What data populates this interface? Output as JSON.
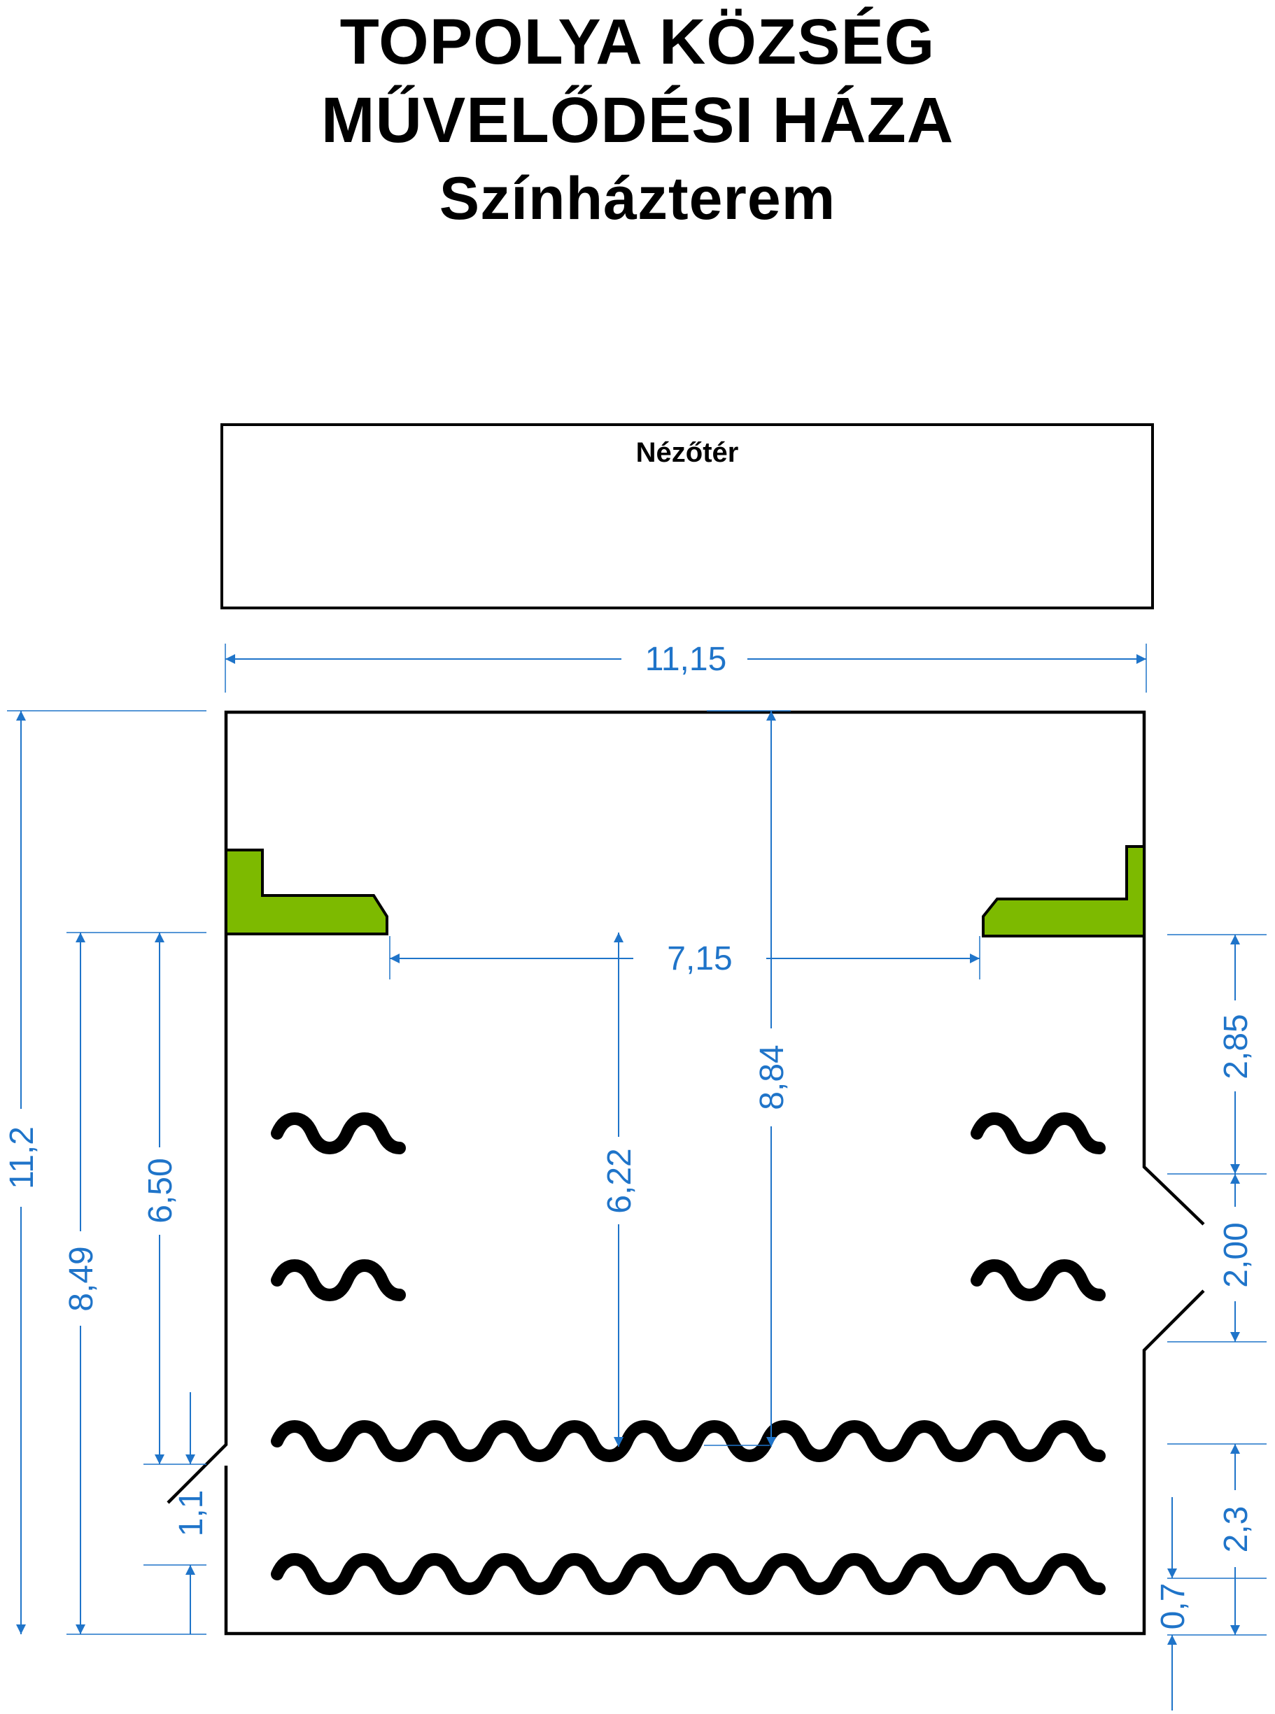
{
  "title": {
    "line1": "TOPOLYA KÖZSÉG",
    "line2": "MŰVELŐDÉSI HÁZA",
    "line3": "Színházterem"
  },
  "auditorium_label": "Nézőtér",
  "dimensions": {
    "stage_width": "11,15",
    "proscenium_width": "7,15",
    "stage_depth_total": "11,2",
    "left_depth_a": "8,49",
    "left_depth_b": "6,50",
    "left_small": "1,1",
    "center_a": "6,22",
    "center_b": "8,84",
    "right_top": "2,85",
    "right_door": "2,00",
    "right_lower": "2,3",
    "right_bottom": "0,7"
  },
  "colors": {
    "dimension": "#1f74c9",
    "proscenium": "#7dba00",
    "outline": "#000000"
  }
}
